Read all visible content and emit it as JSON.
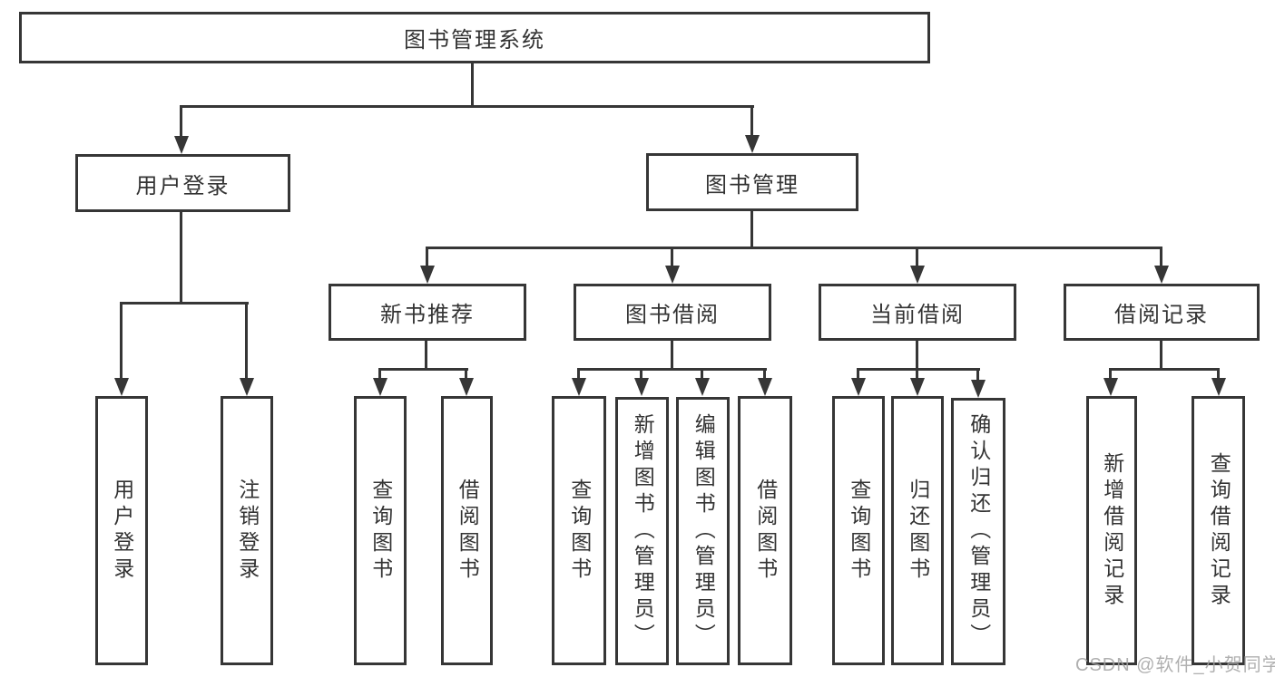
{
  "diagram": {
    "title": "图书管理系统",
    "root": {
      "label": "图书管理系统"
    },
    "branches": [
      {
        "label": "用户登录",
        "children": [
          {
            "label": "用户登录"
          },
          {
            "label": "注销登录"
          }
        ]
      },
      {
        "label": "图书管理",
        "children": [
          {
            "label": "新书推荐",
            "children": [
              {
                "label": "查询图书"
              },
              {
                "label": "借阅图书"
              }
            ]
          },
          {
            "label": "图书借阅",
            "children": [
              {
                "label": "查询图书"
              },
              {
                "label": "新增图书（管理员）"
              },
              {
                "label": "编辑图书（管理员）"
              },
              {
                "label": "借阅图书"
              }
            ]
          },
          {
            "label": "当前借阅",
            "children": [
              {
                "label": "查询图书"
              },
              {
                "label": "归还图书"
              },
              {
                "label": "确认归还（管理员）"
              }
            ]
          },
          {
            "label": "借阅记录",
            "children": [
              {
                "label": "新增借阅记录"
              },
              {
                "label": "查询借阅记录"
              }
            ]
          }
        ]
      }
    ],
    "watermark": "CSDN @软件_小贺同学",
    "colors": {
      "line": "#363636",
      "text": "#333333",
      "background": "#ffffff",
      "watermark": "#a2a2a2"
    }
  }
}
